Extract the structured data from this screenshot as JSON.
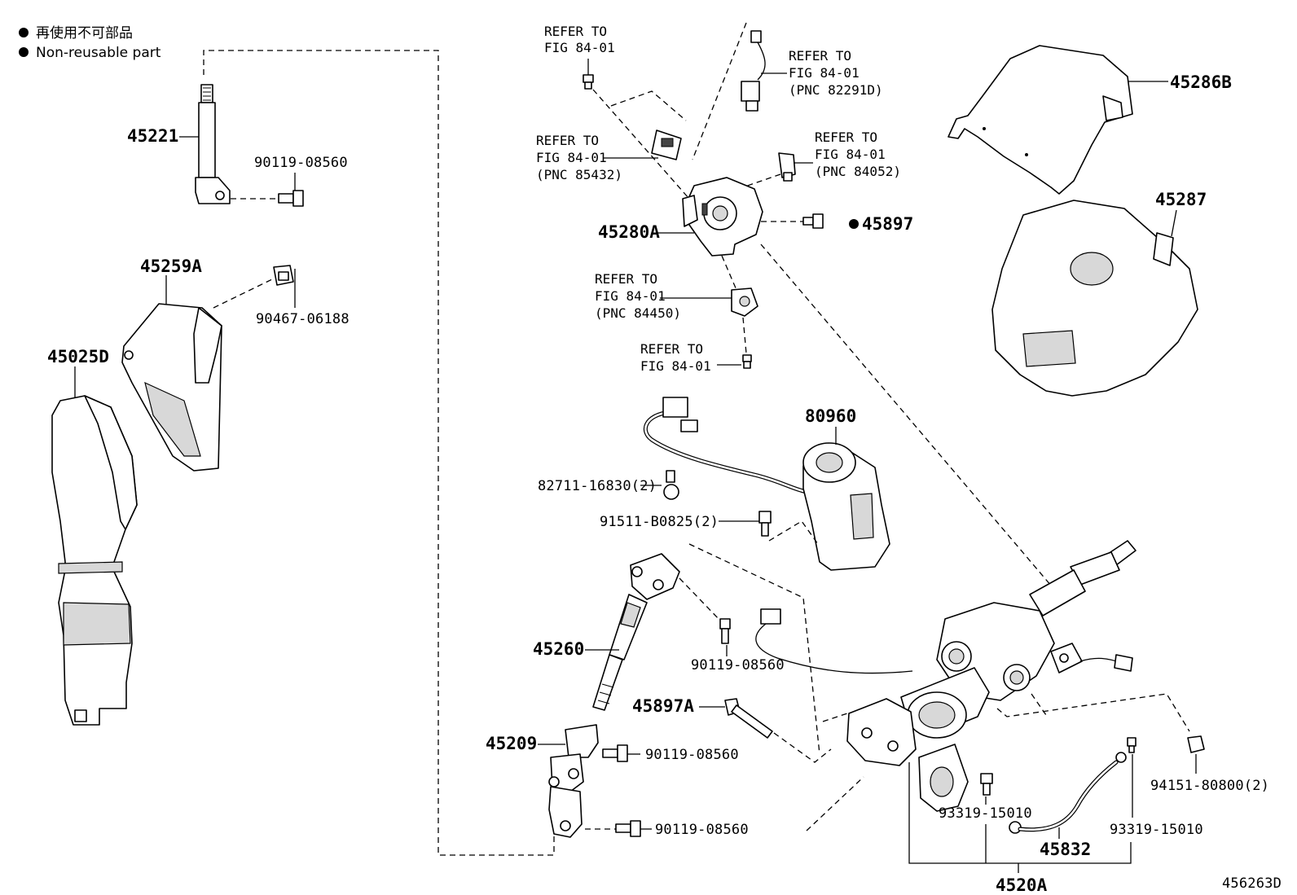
{
  "legend": {
    "items": [
      {
        "text": "再使用不可部品"
      },
      {
        "text": "Non-reusable part"
      }
    ]
  },
  "parts": {
    "p45221": "45221",
    "p90119_a": "90119-08560",
    "p45259A": "45259A",
    "p90467": "90467-06188",
    "p45025D": "45025D",
    "p45280A": "45280A",
    "p45897": "45897",
    "p45286B": "45286B",
    "p45287": "45287",
    "p80960": "80960",
    "p82711": "82711-16830(2)",
    "p91511": "91511-B0825(2)",
    "p45260": "45260",
    "p90119_b": "90119-08560",
    "p45897A": "45897A",
    "p45209": "45209",
    "p90119_c": "90119-08560",
    "p90119_d": "90119-08560",
    "p93319_a": "93319-15010",
    "p93319_b": "93319-15010",
    "p45832": "45832",
    "p94151": "94151-80800(2)",
    "p4520A": "4520A"
  },
  "refs": {
    "r1": {
      "l1": "REFER TO",
      "l2": "FIG 84-01",
      "l3": ""
    },
    "r2": {
      "l1": "REFER TO",
      "l2": "FIG 84-01",
      "l3": "(PNC 82291D)"
    },
    "r3": {
      "l1": "REFER TO",
      "l2": "FIG 84-01",
      "l3": "(PNC 85432)"
    },
    "r4": {
      "l1": "REFER TO",
      "l2": "FIG 84-01",
      "l3": "(PNC 84052)"
    },
    "r5": {
      "l1": "REFER TO",
      "l2": "FIG 84-01",
      "l3": "(PNC 84450)"
    },
    "r6": {
      "l1": "REFER TO",
      "l2": "FIG 84-01",
      "l3": ""
    }
  },
  "figure_id": "456263D"
}
